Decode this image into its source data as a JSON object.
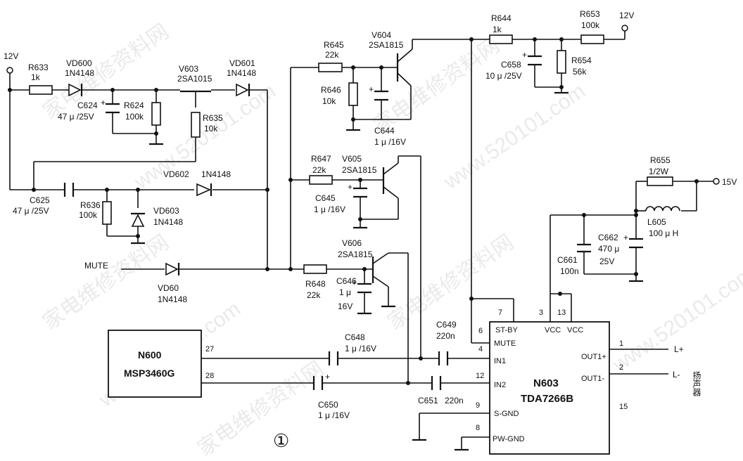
{
  "rails": {
    "v12_left": "12V",
    "v12_right": "12V",
    "v15": "15V"
  },
  "resistors": {
    "r633": {
      "ref": "R633",
      "val": "1k"
    },
    "r624": {
      "ref": "R624",
      "val": "100k"
    },
    "r635": {
      "ref": "R635",
      "val": "10k"
    },
    "r636": {
      "ref": "R636",
      "val": "100k"
    },
    "r645": {
      "ref": "R645",
      "val": "22k"
    },
    "r646": {
      "ref": "R646",
      "val": "10k"
    },
    "r647": {
      "ref": "R647",
      "val": "22k"
    },
    "r648": {
      "ref": "R648",
      "val": "22k"
    },
    "r644": {
      "ref": "R644",
      "val": "1k"
    },
    "r653": {
      "ref": "R653",
      "val": "100k"
    },
    "r654": {
      "ref": "R654",
      "val": "56k"
    },
    "r655": {
      "ref": "R655",
      "val": "1/2W"
    }
  },
  "capacitors": {
    "c624": {
      "ref": "C624",
      "val": "47 μ /25V"
    },
    "c625": {
      "ref": "C625",
      "val": "47 μ /25V"
    },
    "c644": {
      "ref": "C644",
      "val": "1 μ /16V"
    },
    "c645": {
      "ref": "C645",
      "val": "1 μ /16V"
    },
    "c646": {
      "ref": "C646",
      "val1": "1 μ",
      "val2": "16V"
    },
    "c648": {
      "ref": "C648",
      "val": "1 μ /16V"
    },
    "c650": {
      "ref": "C650",
      "val": "1 μ /16V"
    },
    "c649": {
      "ref": "C649",
      "val": "220n"
    },
    "c651": {
      "ref": "C651",
      "val": "220n"
    },
    "c658": {
      "ref": "C658",
      "val": "10 μ /25V"
    },
    "c661": {
      "ref": "C661",
      "val": "100n"
    },
    "c662": {
      "ref": "C662",
      "val1": "470 μ",
      "val2": "25V"
    }
  },
  "diodes": {
    "vd600": {
      "ref": "VD600",
      "val": "1N4148"
    },
    "vd601": {
      "ref": "VD601",
      "val": "1N4148"
    },
    "vd602": {
      "ref": "VD602",
      "val": "1N4148"
    },
    "vd603": {
      "ref": "VD603",
      "val": "1N4148"
    },
    "vd60": {
      "ref": "VD60",
      "val": "1N4148"
    }
  },
  "transistors": {
    "v603": {
      "ref": "V603",
      "val": "2SA1015"
    },
    "v604": {
      "ref": "V604",
      "val": "2SA1815"
    },
    "v605": {
      "ref": "V605",
      "val": "2SA1815"
    },
    "v606": {
      "ref": "V606",
      "val": "2SA1815"
    }
  },
  "inductor": {
    "ref": "L605",
    "val": "100 μ H"
  },
  "mute_label": "MUTE",
  "n600": {
    "ref": "N600",
    "part": "MSP3460G",
    "pin27": "27",
    "pin28": "28"
  },
  "n603": {
    "ref": "N603",
    "part": "TDA7266B",
    "pins": {
      "p7": "7",
      "p3": "3",
      "p13": "13",
      "p6": "6",
      "p4": "4",
      "p12": "12",
      "p9": "9",
      "p8": "8",
      "p1": "1",
      "p2": "2",
      "p15": "15"
    },
    "pin_names": {
      "stby": "ST-BY",
      "vcc1": "VCC",
      "vcc2": "VCC",
      "mute": "MUTE",
      "in1": "IN1",
      "in2": "IN2",
      "sgnd": "S-GND",
      "pwgnd": "PW-GND",
      "out1p": "OUT1+",
      "out1n": "OUT1-"
    }
  },
  "outputs": {
    "lplus": "L+",
    "lminus": "L-",
    "speaker": "扬声器"
  },
  "figure_number": "①",
  "watermarks": [
    "家电维修资料网",
    "www.520101.com"
  ]
}
